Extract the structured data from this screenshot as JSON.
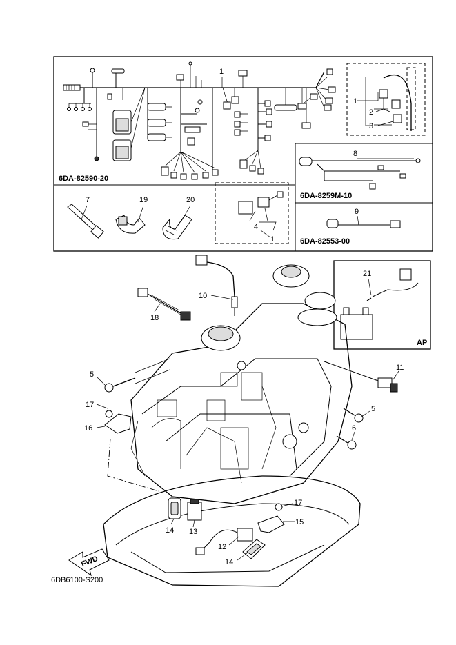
{
  "drawing_code": "6DB6100-S200",
  "kits": {
    "harness": "6DA-82590-20",
    "sub_lead": "6DA-8259M-10",
    "lead": "6DA-82553-00"
  },
  "inset": {
    "tag": "AP"
  },
  "direction": {
    "label": "FWD"
  },
  "callouts": [
    {
      "id": "c1a",
      "text": "1"
    },
    {
      "id": "c1b",
      "text": "1"
    },
    {
      "id": "c2",
      "text": "2"
    },
    {
      "id": "c3",
      "text": "3"
    },
    {
      "id": "c1c",
      "text": "1"
    },
    {
      "id": "c4",
      "text": "4"
    },
    {
      "id": "c8",
      "text": "8"
    },
    {
      "id": "c9",
      "text": "9"
    },
    {
      "id": "c7",
      "text": "7"
    },
    {
      "id": "c19",
      "text": "19"
    },
    {
      "id": "c20",
      "text": "20"
    },
    {
      "id": "c10",
      "text": "10"
    },
    {
      "id": "c18",
      "text": "18"
    },
    {
      "id": "c21",
      "text": "21"
    },
    {
      "id": "c5a",
      "text": "5"
    },
    {
      "id": "c11",
      "text": "11"
    },
    {
      "id": "c17a",
      "text": "17"
    },
    {
      "id": "c16",
      "text": "16"
    },
    {
      "id": "c5b",
      "text": "5"
    },
    {
      "id": "c6",
      "text": "6"
    },
    {
      "id": "c17b",
      "text": "17"
    },
    {
      "id": "c15",
      "text": "15"
    },
    {
      "id": "c14a",
      "text": "14"
    },
    {
      "id": "c13",
      "text": "13"
    },
    {
      "id": "c12",
      "text": "12"
    },
    {
      "id": "c14b",
      "text": "14"
    }
  ]
}
